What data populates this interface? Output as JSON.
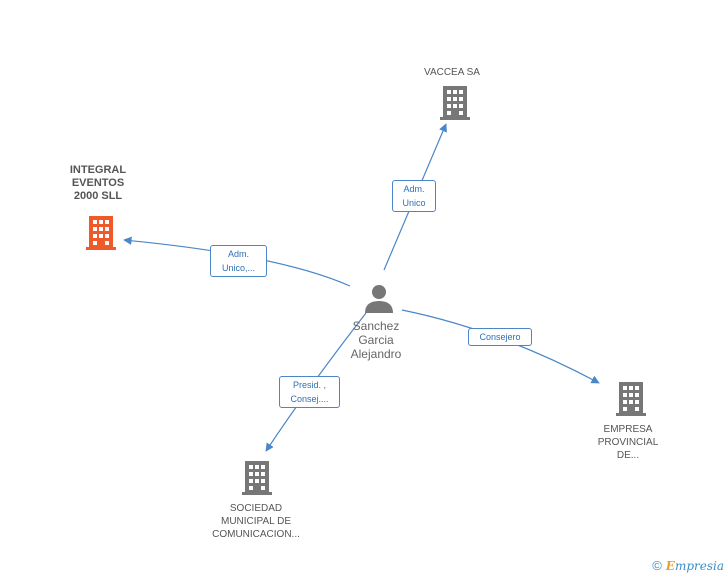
{
  "nodes": {
    "center": {
      "label": "Sanchez\nGarcia\nAlejandro",
      "icon": "person-icon",
      "color": "#777777"
    },
    "vaccea": {
      "label": "VACCEA SA",
      "icon": "building-icon",
      "color": "#777777"
    },
    "integral": {
      "label": "INTEGRAL\nEVENTOS\n2000 SLL",
      "icon": "building-icon",
      "color": "#f05a28"
    },
    "empresa": {
      "label": "EMPRESA\nPROVINCIAL\nDE...",
      "icon": "building-icon",
      "color": "#777777"
    },
    "sociedad": {
      "label": "SOCIEDAD\nMUNICIPAL DE\nCOMUNICACION...",
      "icon": "building-icon",
      "color": "#777777"
    }
  },
  "edges": {
    "vaccea": {
      "label": "Adm.\nUnico"
    },
    "integral": {
      "label": "Adm.\nUnico,..."
    },
    "empresa": {
      "label": "Consejero"
    },
    "sociedad": {
      "label": "Presid. ,\nConsej...."
    }
  },
  "footer": {
    "copyright": "©",
    "brand_e": "E",
    "brand_rest": "mpresia"
  },
  "colors": {
    "edge": "#4a86c8",
    "accent": "#f05a28",
    "neutral": "#777777"
  }
}
